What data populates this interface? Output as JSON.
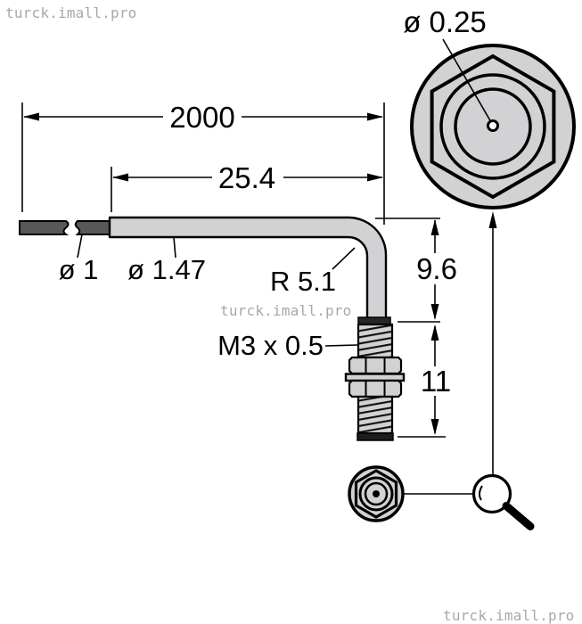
{
  "watermarks": {
    "top_left": "turck.imall.pro",
    "center": "turck.imall.pro",
    "bottom_right": "turck.imall.pro"
  },
  "dims": {
    "cable_length": "2000",
    "sleeve_length": "25.4",
    "tip_length": "9.6",
    "thread_length": "11"
  },
  "labels": {
    "fiber_core_diameter": "ø 0.25",
    "inner_cable_diameter": "ø 1",
    "outer_cable_diameter": "ø 1.47",
    "bend_radius": "R 5.1",
    "thread_spec": "M3 x 0.5"
  },
  "colors": {
    "part_fill": "#d2d2d4",
    "inner_cable_fill": "#58585a",
    "outline": "#000000",
    "watermark": "#a8a8a8"
  },
  "icons": {
    "magnifier": "magnifying-glass"
  }
}
